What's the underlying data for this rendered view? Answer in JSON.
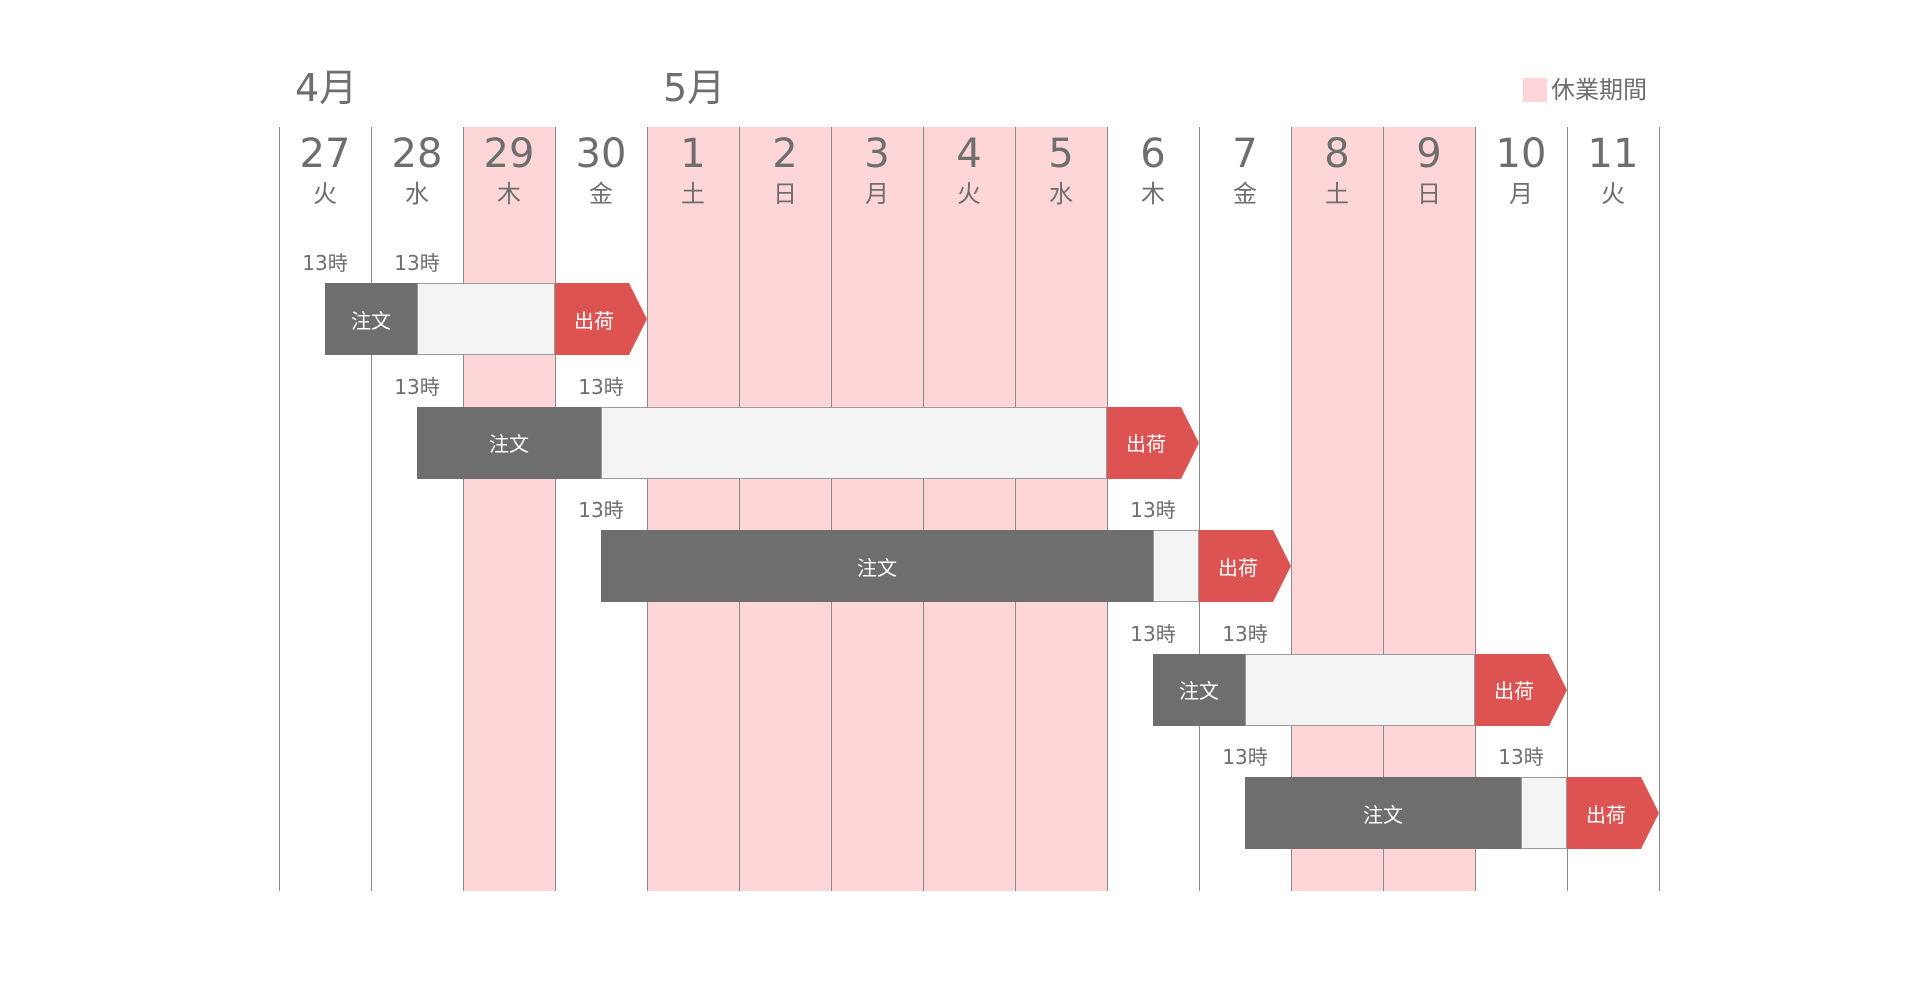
{
  "months": [
    {
      "label": "4月",
      "start_day_index": 0
    },
    {
      "label": "5月",
      "start_day_index": 4
    }
  ],
  "legend": {
    "label": "休業期間",
    "color": "#ffd6d8"
  },
  "days": [
    {
      "num": "27",
      "dow": "火",
      "holiday": false
    },
    {
      "num": "28",
      "dow": "水",
      "holiday": false
    },
    {
      "num": "29",
      "dow": "木",
      "holiday": true
    },
    {
      "num": "30",
      "dow": "金",
      "holiday": false
    },
    {
      "num": "1",
      "dow": "土",
      "holiday": true
    },
    {
      "num": "2",
      "dow": "日",
      "holiday": true
    },
    {
      "num": "3",
      "dow": "月",
      "holiday": true
    },
    {
      "num": "4",
      "dow": "火",
      "holiday": true
    },
    {
      "num": "5",
      "dow": "水",
      "holiday": true
    },
    {
      "num": "6",
      "dow": "木",
      "holiday": false
    },
    {
      "num": "7",
      "dow": "金",
      "holiday": false
    },
    {
      "num": "8",
      "dow": "土",
      "holiday": true
    },
    {
      "num": "9",
      "dow": "日",
      "holiday": true
    },
    {
      "num": "10",
      "dow": "月",
      "holiday": false
    },
    {
      "num": "11",
      "dow": "火",
      "holiday": false
    }
  ],
  "rows": [
    {
      "order_start": 0.5,
      "order_end": 1.5,
      "gap_end": 3,
      "ship_end": 4,
      "start_time": "13時",
      "end_time": "13時"
    },
    {
      "order_start": 1.5,
      "order_end": 3.5,
      "gap_end": 9,
      "ship_end": 10,
      "start_time": "13時",
      "end_time": "13時"
    },
    {
      "order_start": 3.5,
      "order_end": 9.5,
      "gap_end": 10,
      "ship_end": 11,
      "start_time": "13時",
      "end_time": "13時"
    },
    {
      "order_start": 9.5,
      "order_end": 10.5,
      "gap_end": 13,
      "ship_end": 14,
      "start_time": "13時",
      "end_time": "13時"
    },
    {
      "order_start": 10.5,
      "order_end": 13.5,
      "gap_end": 14,
      "ship_end": 15,
      "start_time": "13時",
      "end_time": "13時"
    }
  ],
  "labels": {
    "order": "注文",
    "ship": "出荷"
  },
  "colors": {
    "holiday": "#ffd6d8",
    "order": "#6e6e6e",
    "gap": "#f4f4f4",
    "ship": "#dd5352",
    "grid": "#8a8a8a",
    "text": "#6e6e6e"
  }
}
